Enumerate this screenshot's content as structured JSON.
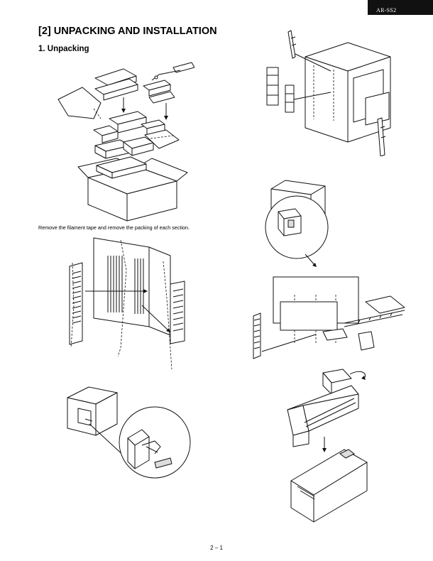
{
  "header": {
    "model_tab": "AR-SS2"
  },
  "section": {
    "title": "[2]  UNPACKING AND INSTALLATION"
  },
  "subsection": {
    "title": "1.  Unpacking"
  },
  "caption": {
    "text": "Remove the filament tape and remove the packing of each section."
  },
  "footer": {
    "page_number": "2 – 1"
  },
  "figures": [
    {
      "id": "fig-1",
      "icon": "exploded-packing-illustration"
    },
    {
      "id": "fig-2",
      "icon": "filament-tape-removal-illustration"
    },
    {
      "id": "fig-3",
      "icon": "cover-packing-detail-illustration"
    },
    {
      "id": "fig-4",
      "icon": "side-rail-packing-illustration"
    },
    {
      "id": "fig-5",
      "icon": "circular-detail-illustration"
    },
    {
      "id": "fig-6",
      "icon": "under-unit-packing-illustration"
    },
    {
      "id": "fig-7",
      "icon": "tray-assembly-illustration"
    }
  ]
}
